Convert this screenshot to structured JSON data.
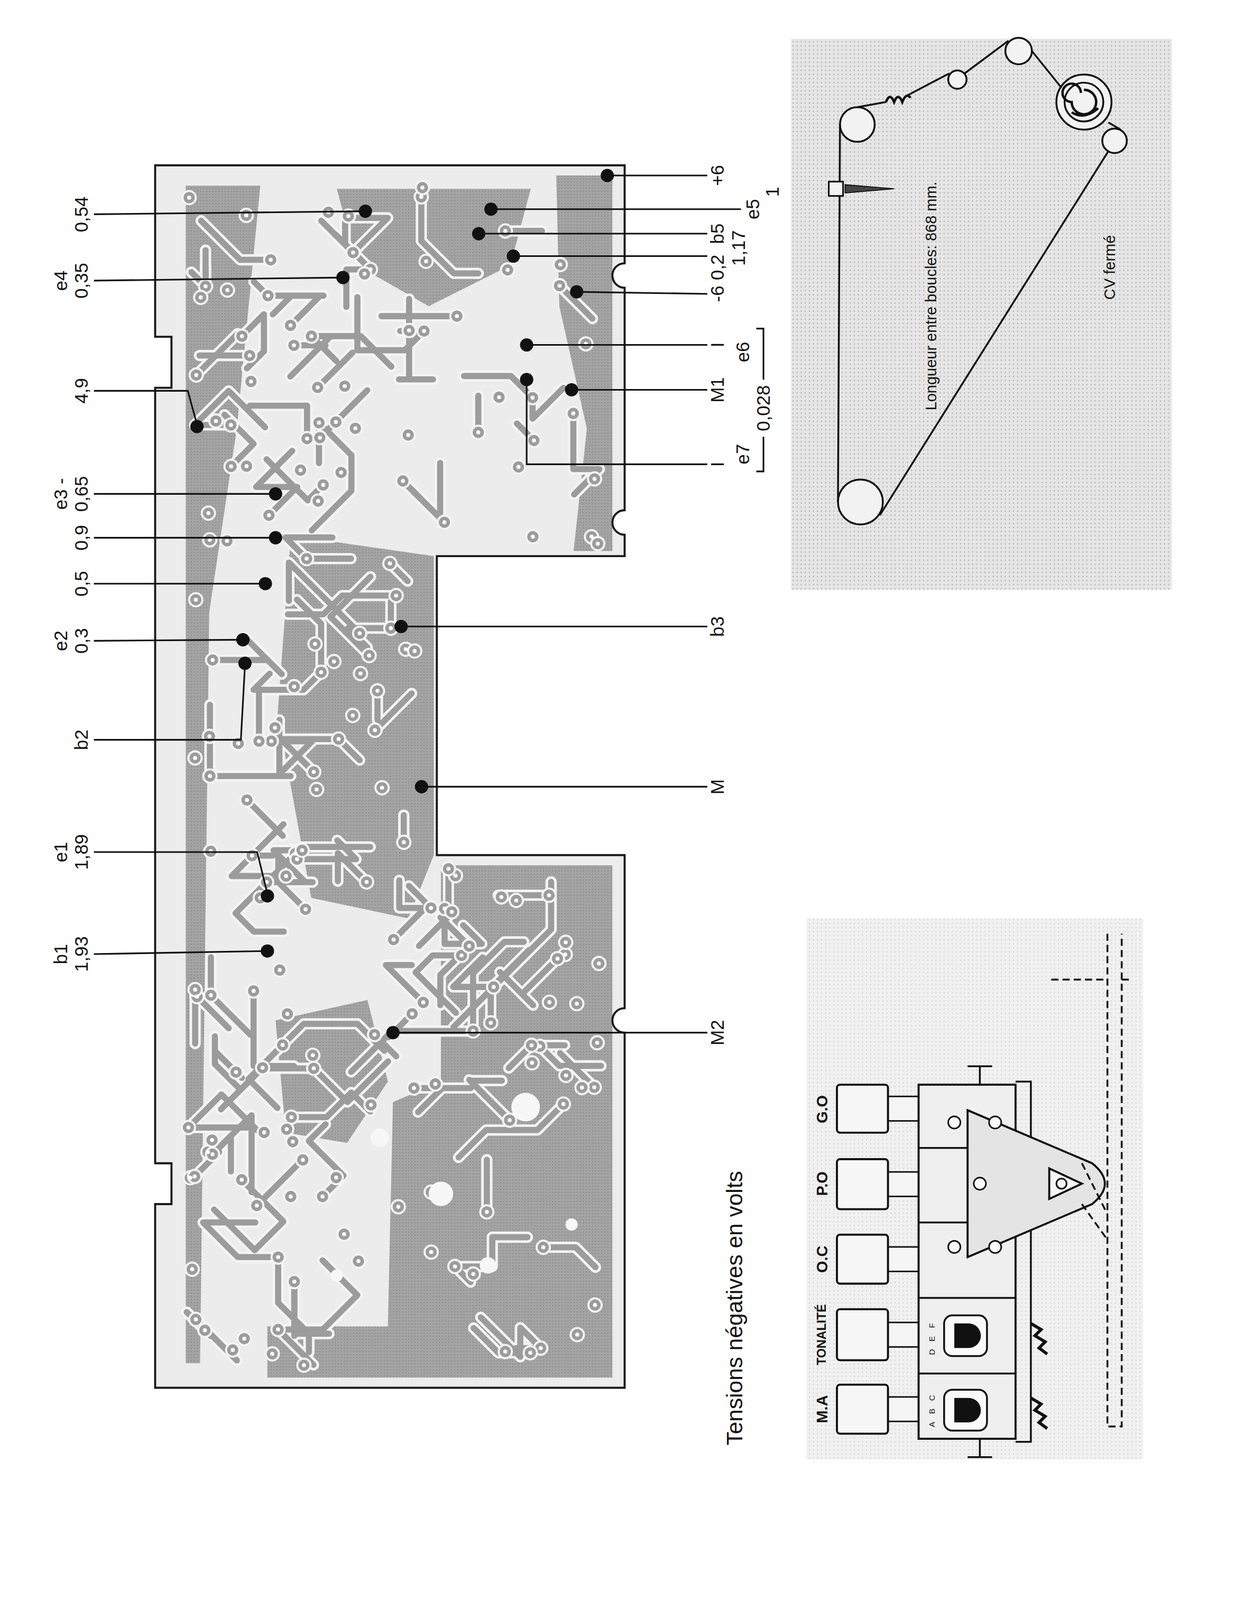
{
  "diagram": {
    "caption": "Tensions négatives en volts",
    "labels": [
      "b1",
      "1,93",
      "e1",
      "1,89",
      "b2",
      "e2",
      "0,3",
      "0,5",
      "0,9",
      "e3 -",
      "0,65",
      "4,9",
      "e4",
      "0,35",
      "0,54",
      "+6",
      "e5",
      "1",
      "b5",
      "1,17",
      "0,2",
      "-6",
      "I",
      "e6",
      "M1",
      "0,028",
      "e7",
      "I",
      "b3",
      "M",
      "M2",
      "Longueur entre boucles: 868 mm.",
      "CV fermé",
      "G.O",
      "P.O",
      "O.C",
      "TONALITÉ",
      "M.A",
      "A",
      "B",
      "C",
      "D",
      "E",
      "F"
    ]
  }
}
